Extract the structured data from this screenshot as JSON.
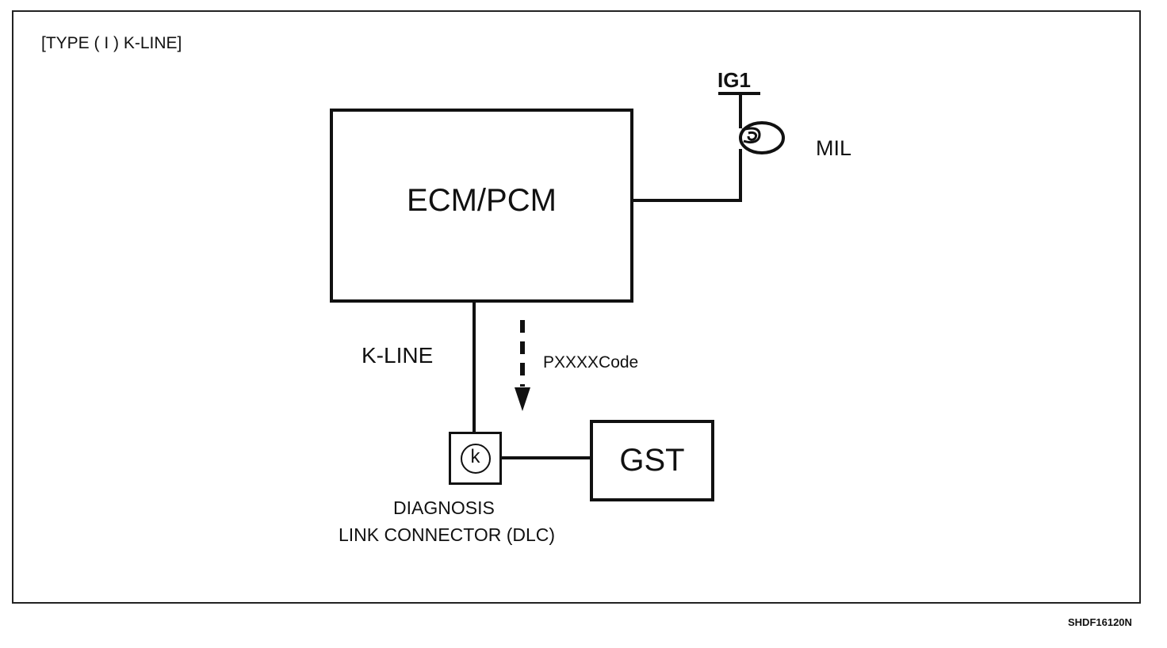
{
  "diagram": {
    "title": "[TYPE ( I ) K-LINE]",
    "ecm_label": "ECM/PCM",
    "ig1_label": "IG1",
    "mil_label": "MIL",
    "kline_label": "K-LINE",
    "code_label": "PXXXXCode",
    "connector_symbol": "k",
    "dlc_label_line1": "DIAGNOSIS",
    "dlc_label_line2": "LINK CONNECTOR (DLC)",
    "gst_label": "GST",
    "figure_code": "SHDF16120N"
  }
}
